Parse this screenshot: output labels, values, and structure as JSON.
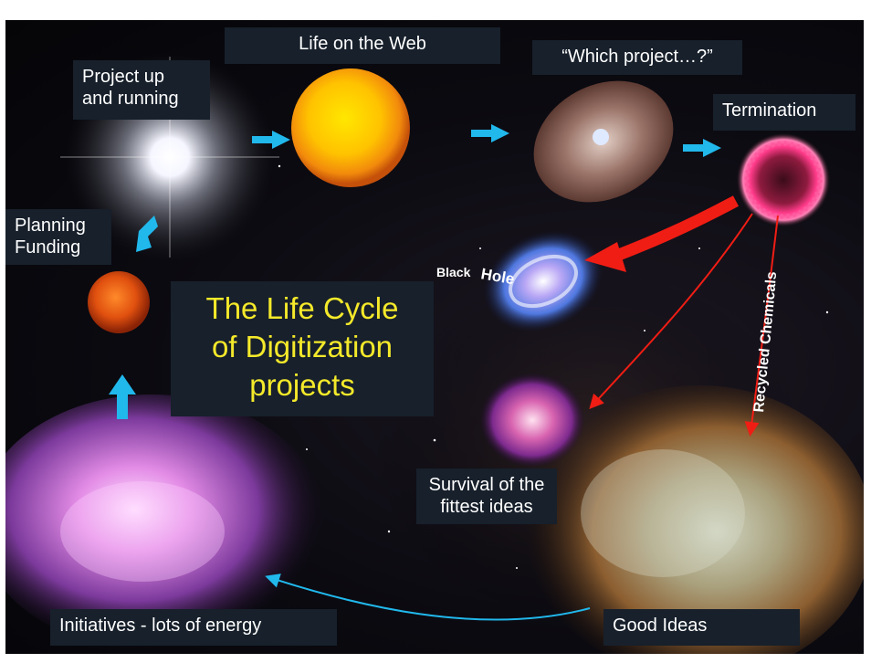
{
  "title": "The Life Cycle\nof Digitization\nprojects",
  "stages": {
    "planning": "Planning\nFunding",
    "up_and_running": "Project up\nand running",
    "life_on_web": "Life on the Web",
    "which_project": "“Which project…?”",
    "termination": "Termination",
    "survival": "Survival of the\nfittest ideas",
    "good_ideas": "Good Ideas",
    "initiatives": "Initiatives - lots of energy"
  },
  "annotations": {
    "black_hole_word1": "Black",
    "black_hole_word2": "Hole",
    "recycled": "Recycled Chemicals"
  },
  "colors": {
    "label_box": "#17202b",
    "title_text": "#f4e92a",
    "cyan_arrow": "#21b8ec",
    "red_arrow": "#f01d14"
  }
}
